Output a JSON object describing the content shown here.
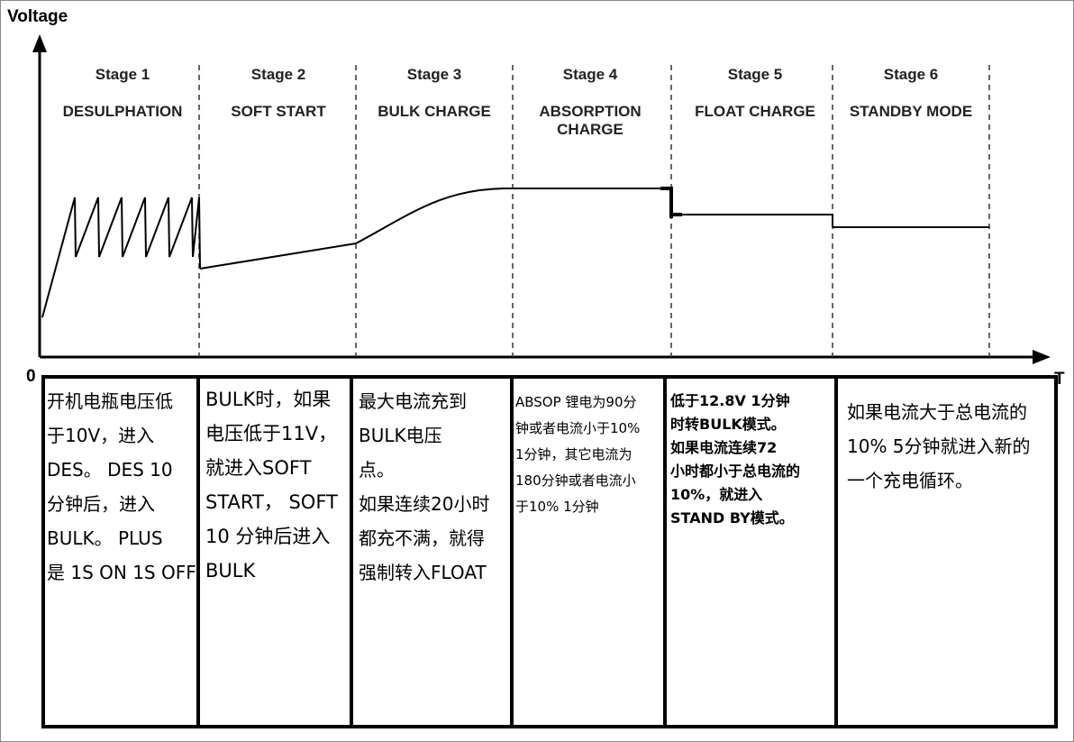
{
  "axis": {
    "y_label": "Voltage",
    "x_label": "T",
    "origin_label": "0"
  },
  "stages": [
    {
      "title": "Stage 1",
      "name": "DESULPHATION"
    },
    {
      "title": "Stage 2",
      "name": "SOFT START"
    },
    {
      "title": "Stage 3",
      "name": "BULK CHARGE"
    },
    {
      "title": "Stage 4",
      "name": "ABSORPTION\nCHARGE"
    },
    {
      "title": "Stage 5",
      "name": "FLOAT CHARGE"
    },
    {
      "title": "Stage 6",
      "name": "STANDBY MODE"
    }
  ],
  "notes": [
    "开机电瓶电压低\n于10V，进入\nDES。 DES 10\n分钟后，进入\nBULK。 PLUS\n是 1S ON 1S OFF",
    "BULK时，如果\n电压低于11V，\n就进入SOFT\nSTART， SOFT\n10 分钟后进入\nBULK",
    "最大电流充到\nBULK电压\n点。\n如果连续20小时\n都充不满，就得\n强制转入FLOAT",
    "ABSOP 锂电为90分\n钟或者电流小于10%\n1分钟，其它电流为\n180分钟或者电流小\n于10% 1分钟",
    "低于12.8V 1分钟\n时转BULK模式。\n如果电流连续72\n小时都小于总电流的\n10%，就进入\nSTAND BY模式。",
    "如果电流大于总电流的\n10% 5分钟就进入新的\n一个充电循环。"
  ],
  "colors": {
    "line": "#000000",
    "divider": "#333333",
    "text": "#222222"
  }
}
